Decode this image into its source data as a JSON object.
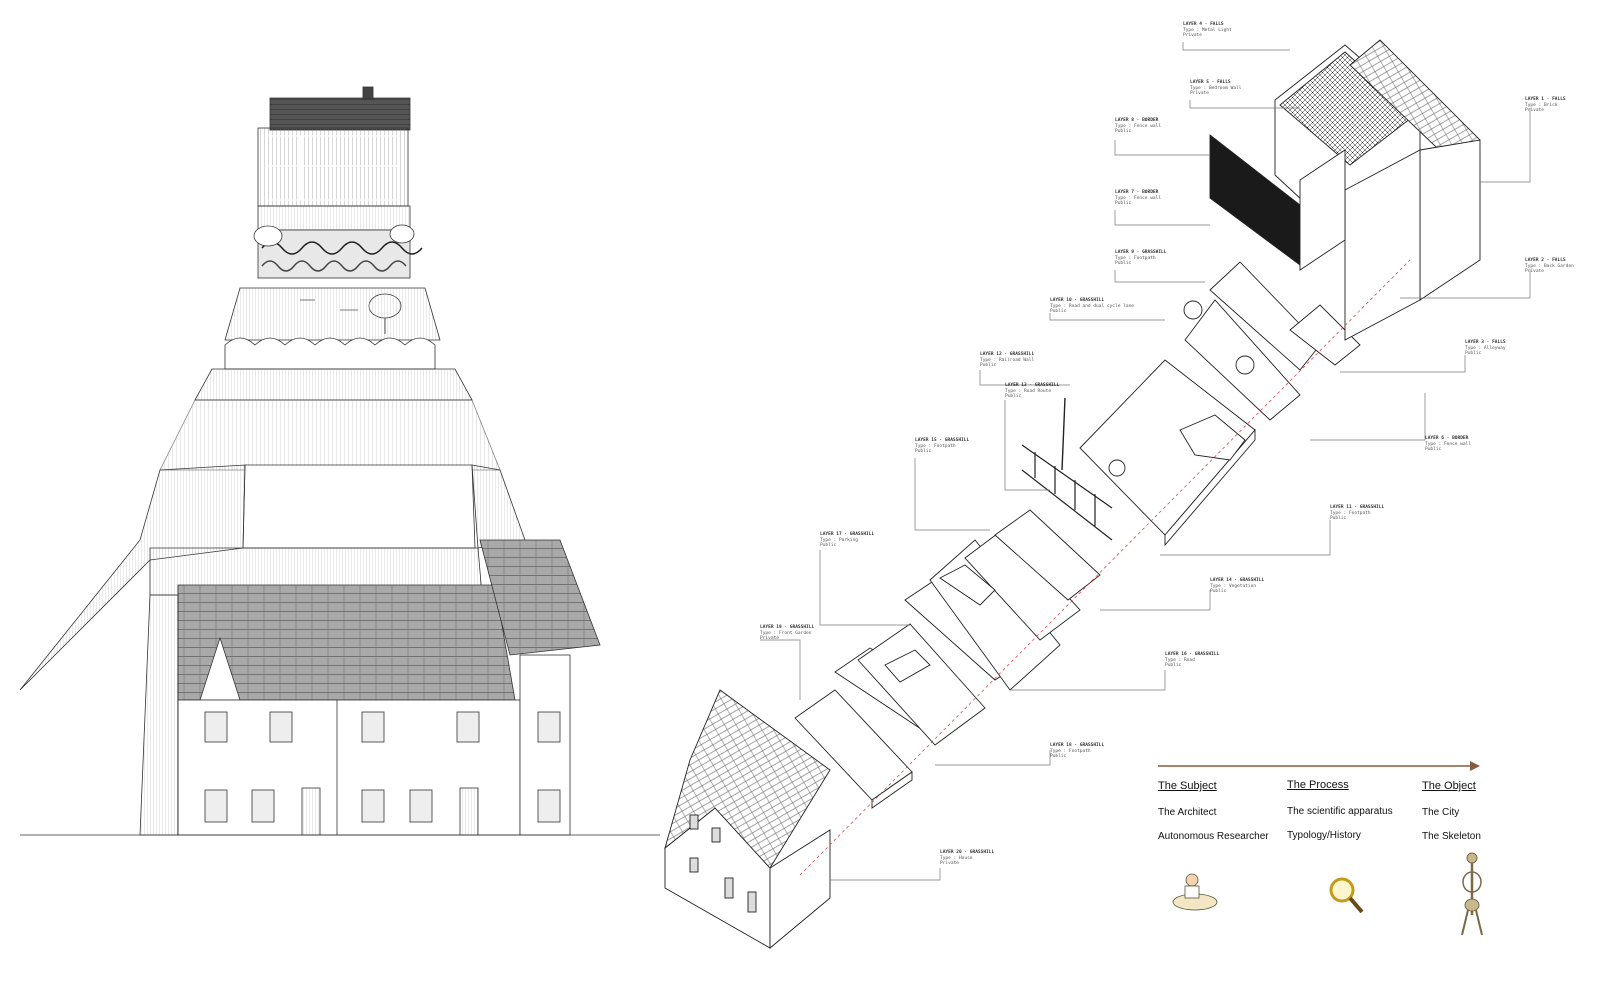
{
  "legend": {
    "columns": [
      {
        "heading": "The Subject",
        "rows": [
          "The Architect",
          "Autonomous Researcher"
        ],
        "icon": "architect-drawing-icon"
      },
      {
        "heading": "The Process",
        "rows": [
          "The scientific apparatus",
          "Typology/History"
        ],
        "icon": "magnifying-glass-icon"
      },
      {
        "heading": "The Object",
        "rows": [
          "The City",
          "The Skeleton"
        ],
        "icon": "skeleton-icon"
      }
    ],
    "arrow_color": "#8a5a3c"
  },
  "layers": [
    {
      "title": "LAYER 4 · FALLS",
      "type": "Type : Metal Light",
      "owner": "Private"
    },
    {
      "title": "LAYER 5 · FALLS",
      "type": "Type : Bedroom Wall",
      "owner": "Private"
    },
    {
      "title": "LAYER 1 · FALLS",
      "type": "Type : Brick",
      "owner": "Private"
    },
    {
      "title": "LAYER 8 · BORDER",
      "type": "Type : Fence wall",
      "owner": "Public"
    },
    {
      "title": "LAYER 7 · BORDER",
      "type": "Type : Fence wall",
      "owner": "Public"
    },
    {
      "title": "LAYER 2 · FALLS",
      "type": "Type : Back Garden",
      "owner": "Private"
    },
    {
      "title": "LAYER 9 · GRASSHILL",
      "type": "Type : Footpath",
      "owner": "Public"
    },
    {
      "title": "LAYER 10 · GRASSHILL",
      "type": "Type : Road and dual cycle lane",
      "owner": "Public"
    },
    {
      "title": "LAYER 3 · FALLS",
      "type": "Type : Alleyway",
      "owner": "Public"
    },
    {
      "title": "LAYER 12 · GRASSHILL",
      "type": "Type : Railroad Wall",
      "owner": "Public"
    },
    {
      "title": "LAYER 13 · GRASSHILL",
      "type": "Type : Road Route",
      "owner": "Public"
    },
    {
      "title": "LAYER 6 · BORDER",
      "type": "Type : Fence wall",
      "owner": "Public"
    },
    {
      "title": "LAYER 15 · GRASSHILL",
      "type": "Type : Footpath",
      "owner": "Public"
    },
    {
      "title": "LAYER 11 · GRASSHILL",
      "type": "Type : Footpath",
      "owner": "Public"
    },
    {
      "title": "LAYER 17 · GRASSHILL",
      "type": "Type : Parking",
      "owner": "Public"
    },
    {
      "title": "LAYER 14 · GRASSHILL",
      "type": "Type : Vegetation",
      "owner": "Public"
    },
    {
      "title": "LAYER 19 · GRASSHILL",
      "type": "Type : Front Garden",
      "owner": "Private"
    },
    {
      "title": "LAYER 16 · GRASSHILL",
      "type": "Type : Road",
      "owner": "Public"
    },
    {
      "title": "LAYER 18 · GRASSHILL",
      "type": "Type : Footpath",
      "owner": "Public"
    },
    {
      "title": "LAYER 20 · GRASSHILL",
      "type": "Type : House",
      "owner": "Private"
    }
  ]
}
